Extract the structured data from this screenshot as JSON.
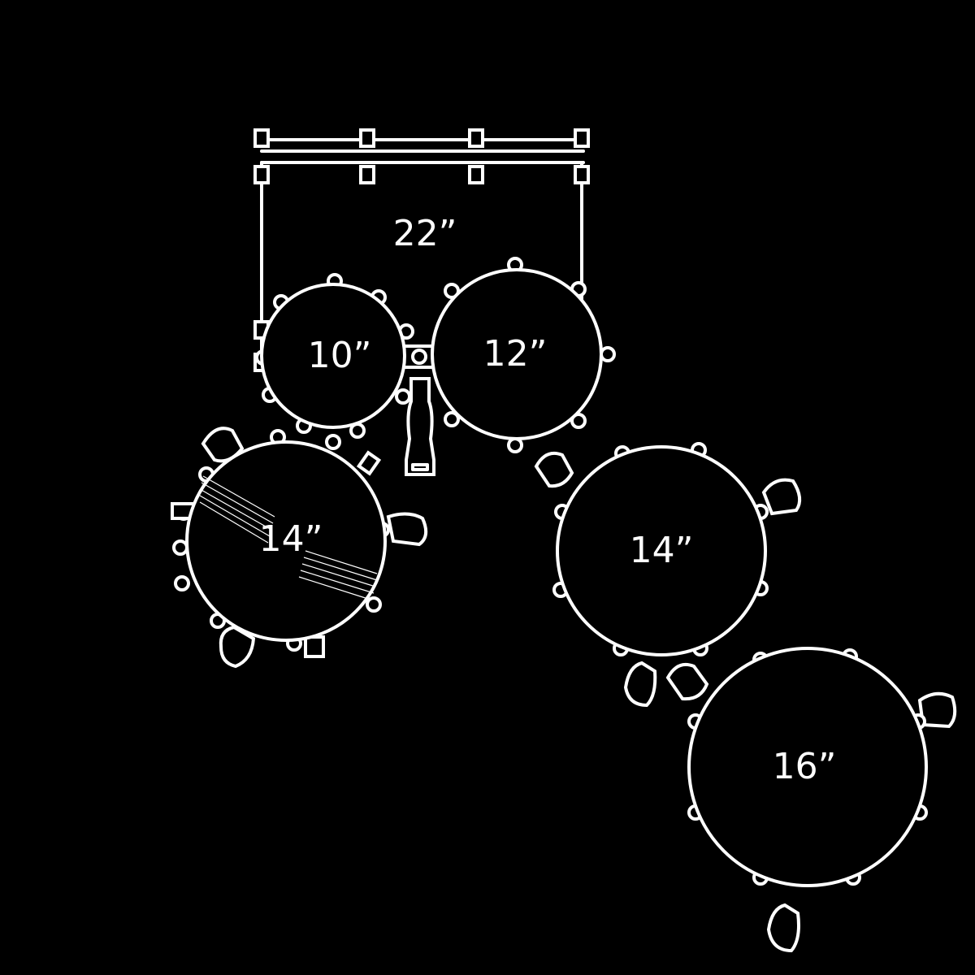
{
  "colors": {
    "background": "#000000",
    "line": "#ffffff"
  },
  "labels": {
    "bass_drum": "22”",
    "rack_tom_small": "10”",
    "rack_tom_large": "12”",
    "snare": "14”",
    "floor_tom_small": "14”",
    "floor_tom_large": "16”"
  }
}
